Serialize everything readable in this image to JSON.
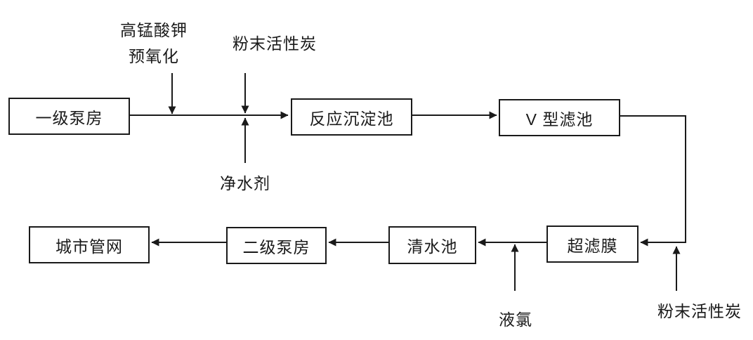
{
  "diagram": {
    "title": "water-treatment-process-flowchart",
    "background_color": "#ffffff",
    "line_color": "#1a1a1a",
    "nodes": [
      {
        "id": "primary-pump-station",
        "label": "一级泵房"
      },
      {
        "id": "reaction-sedimentation-tank",
        "label": "反应沉淀池"
      },
      {
        "id": "v-type-filter",
        "label": "V 型滤池"
      },
      {
        "id": "ultrafiltration-membrane",
        "label": "超滤膜"
      },
      {
        "id": "clear-water-tank",
        "label": "清水池"
      },
      {
        "id": "secondary-pump-station",
        "label": "二级泵房"
      },
      {
        "id": "city-pipe-network",
        "label": "城市管网"
      }
    ],
    "annotations": [
      {
        "id": "potassium-permanganate-preoxidation",
        "lines": [
          "高锰酸钾",
          "预氧化"
        ]
      },
      {
        "id": "powdered-activated-carbon-top",
        "text": "粉末活性炭"
      },
      {
        "id": "water-purifier",
        "text": "净水剂"
      },
      {
        "id": "liquid-chlorine",
        "text": "液氯"
      },
      {
        "id": "powdered-activated-carbon-bottom",
        "text": "粉末活性炭"
      }
    ]
  }
}
